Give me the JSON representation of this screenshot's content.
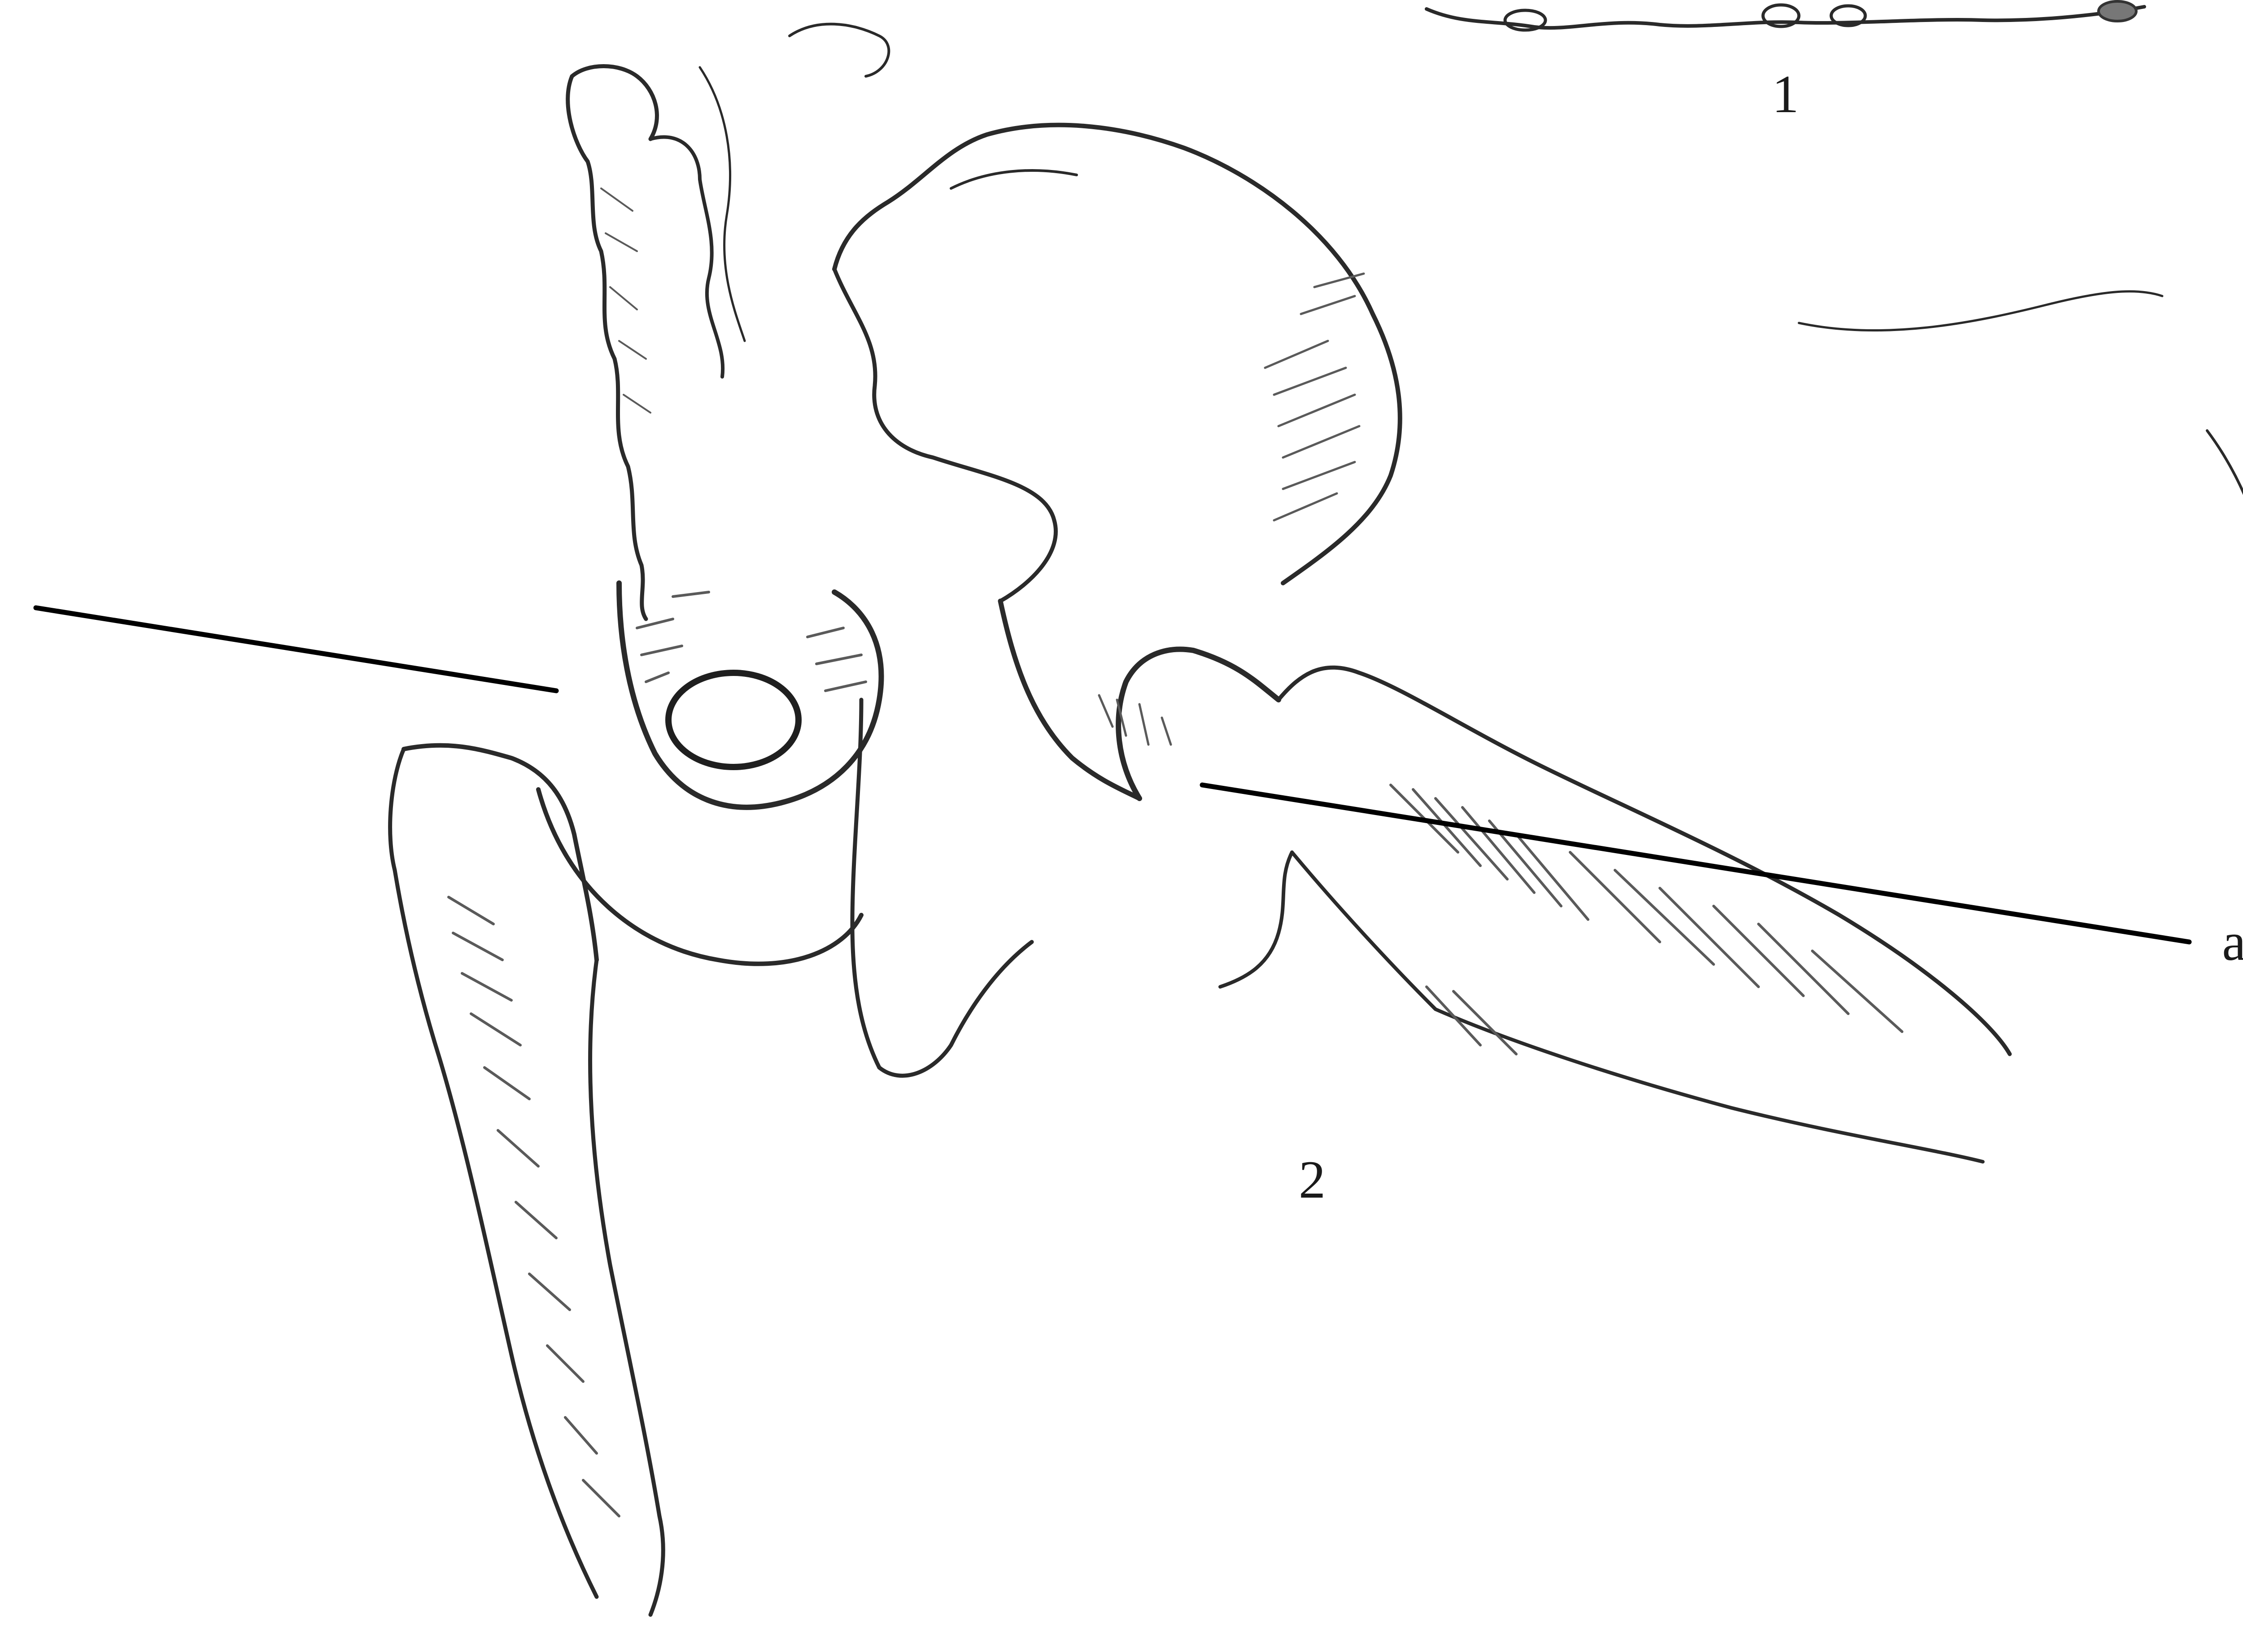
{
  "figure": {
    "labels": {
      "view_1": "1",
      "view_2": "2",
      "pointer_a": "a"
    }
  }
}
